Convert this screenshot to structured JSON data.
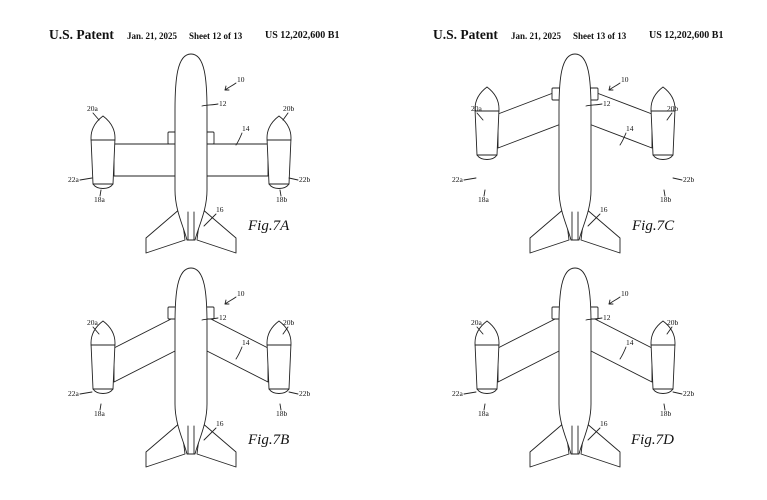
{
  "pages": [
    {
      "header": {
        "patent": "U.S. Patent",
        "date": "Jan. 21, 2025",
        "sheet": "Sheet 12 of 13",
        "number": "US 12,202,600 B1"
      },
      "figures": [
        {
          "caption": "Fig.7A",
          "labels": {
            "aircraft": "10",
            "fuselage": "12",
            "wing": "14",
            "tail": "16",
            "left_rotor": "20a",
            "right_rotor": "20b",
            "left_nacelle": "22a",
            "right_nacelle": "22b",
            "left_boom": "18a",
            "right_boom": "18b"
          }
        },
        {
          "caption": "Fig.7B",
          "labels": {
            "aircraft": "10",
            "fuselage": "12",
            "wing": "14",
            "tail": "16",
            "left_rotor": "20a",
            "right_rotor": "20b",
            "left_nacelle": "22a",
            "right_nacelle": "22b",
            "left_boom": "18a",
            "right_boom": "18b"
          }
        }
      ]
    },
    {
      "header": {
        "patent": "U.S. Patent",
        "date": "Jan. 21, 2025",
        "sheet": "Sheet 13 of 13",
        "number": "US 12,202,600 B1"
      },
      "figures": [
        {
          "caption": "Fig.7C",
          "labels": {
            "aircraft": "10",
            "fuselage": "12",
            "wing": "14",
            "tail": "16",
            "left_rotor": "20a",
            "right_rotor": "20b",
            "left_nacelle": "22a",
            "right_nacelle": "22b",
            "left_boom": "18a",
            "right_boom": "18b"
          }
        },
        {
          "caption": "Fig.7D",
          "labels": {
            "aircraft": "10",
            "fuselage": "12",
            "wing": "14",
            "tail": "16",
            "left_rotor": "20a",
            "right_rotor": "20b",
            "left_nacelle": "22a",
            "right_nacelle": "22b",
            "left_boom": "18a",
            "right_boom": "18b"
          }
        }
      ]
    }
  ]
}
